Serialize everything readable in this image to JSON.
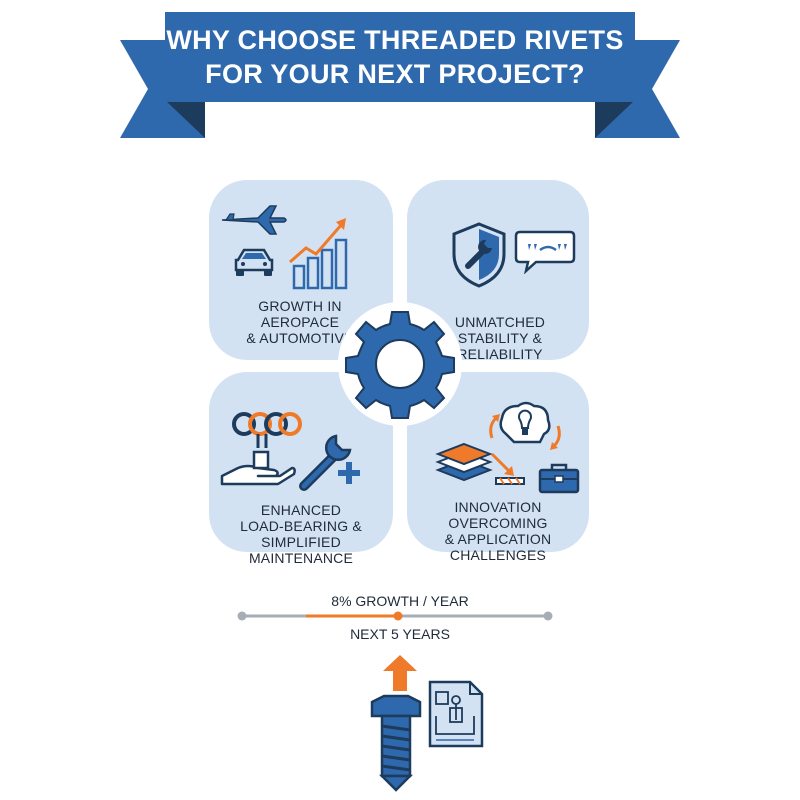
{
  "banner": {
    "title_line1": "WHY CHOOSE THREADED RIVETS",
    "title_line2": "FOR YOUR NEXT PROJECT?"
  },
  "quadrants": [
    {
      "line1": "GROWTH IN",
      "line2": "AEROPACE",
      "line3": "& AUTOMOTIVE"
    },
    {
      "line1": "UNMATCHED",
      "line2": "STABILITY &",
      "line3": "RELIABILITY"
    },
    {
      "line1": "ENHANCED",
      "line2": "LOAD-BEARING &",
      "line3": "SIMPLIFIED MAINTENANCE"
    },
    {
      "line1": "INNOVATION",
      "line2": "OVERCOMING",
      "line3": "& APPLICATION",
      "line4": "CHALLENGES"
    }
  ],
  "growth": {
    "top_label": "8% GROWTH / YEAR",
    "bottom_label": "NEXT 5 YEARS"
  },
  "colors": {
    "primary_blue": "#2e68ad",
    "dark_navy": "#1d3b5c",
    "accent_orange": "#ee7a2a",
    "card_bg": "#d3e2f2"
  },
  "icons": [
    "airplane-icon",
    "car-icon",
    "growth-chart-icon",
    "shield-wrench-icon",
    "speech-bubble-icon",
    "gear-icon",
    "linked-rings-icon",
    "hand-icon",
    "wrench-plus-icon",
    "layers-icon",
    "brain-bulb-icon",
    "toolbox-icon",
    "bolt-icon",
    "blueprint-icon",
    "up-arrow-icon"
  ]
}
